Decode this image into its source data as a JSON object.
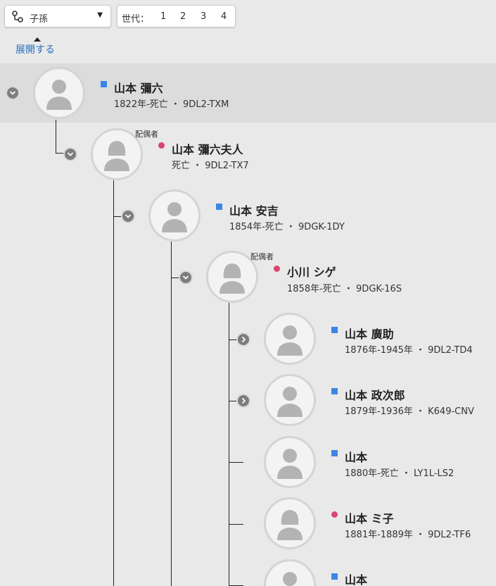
{
  "toolbar": {
    "view_select": {
      "selected": "子孫",
      "icon": "tree-icon"
    },
    "generations": {
      "label": "世代：",
      "options": [
        "1",
        "2",
        "3",
        "4"
      ]
    },
    "expand_link": "展開する"
  },
  "colors": {
    "male": "#3a86e6",
    "female": "#d9456e",
    "link": "#2a6ebb"
  },
  "people": [
    {
      "id": "p1",
      "name": "山本 彌六",
      "detail": "1822年-死亡 ・ 9DL2-TXM",
      "sex": "male",
      "spouse_label": ""
    },
    {
      "id": "p2",
      "name": "山本 彌六夫人",
      "detail": "死亡 ・ 9DL2-TX7",
      "sex": "female",
      "spouse_label": "配偶者"
    },
    {
      "id": "p3",
      "name": "山本 安吉",
      "detail": "1854年-死亡 ・ 9DGK-1DY",
      "sex": "male",
      "spouse_label": ""
    },
    {
      "id": "p4",
      "name": "小川 シゲ",
      "detail": "1858年-死亡 ・ 9DGK-16S",
      "sex": "female",
      "spouse_label": "配偶者"
    },
    {
      "id": "p5",
      "name": "山本 廣助",
      "detail": "1876年-1945年 ・ 9DL2-TD4",
      "sex": "male",
      "spouse_label": ""
    },
    {
      "id": "p6",
      "name": "山本 政次郎",
      "detail": "1879年-1936年 ・ K649-CNV",
      "sex": "male",
      "spouse_label": ""
    },
    {
      "id": "p7",
      "name": "山本",
      "detail": "1880年-死亡 ・ LY1L-LS2",
      "sex": "male",
      "spouse_label": ""
    },
    {
      "id": "p8",
      "name": "山本 ミ子",
      "detail": "1881年-1889年 ・ 9DL2-TF6",
      "sex": "female",
      "spouse_label": ""
    },
    {
      "id": "p9",
      "name": "山本",
      "detail": "",
      "sex": "male",
      "spouse_label": ""
    }
  ]
}
